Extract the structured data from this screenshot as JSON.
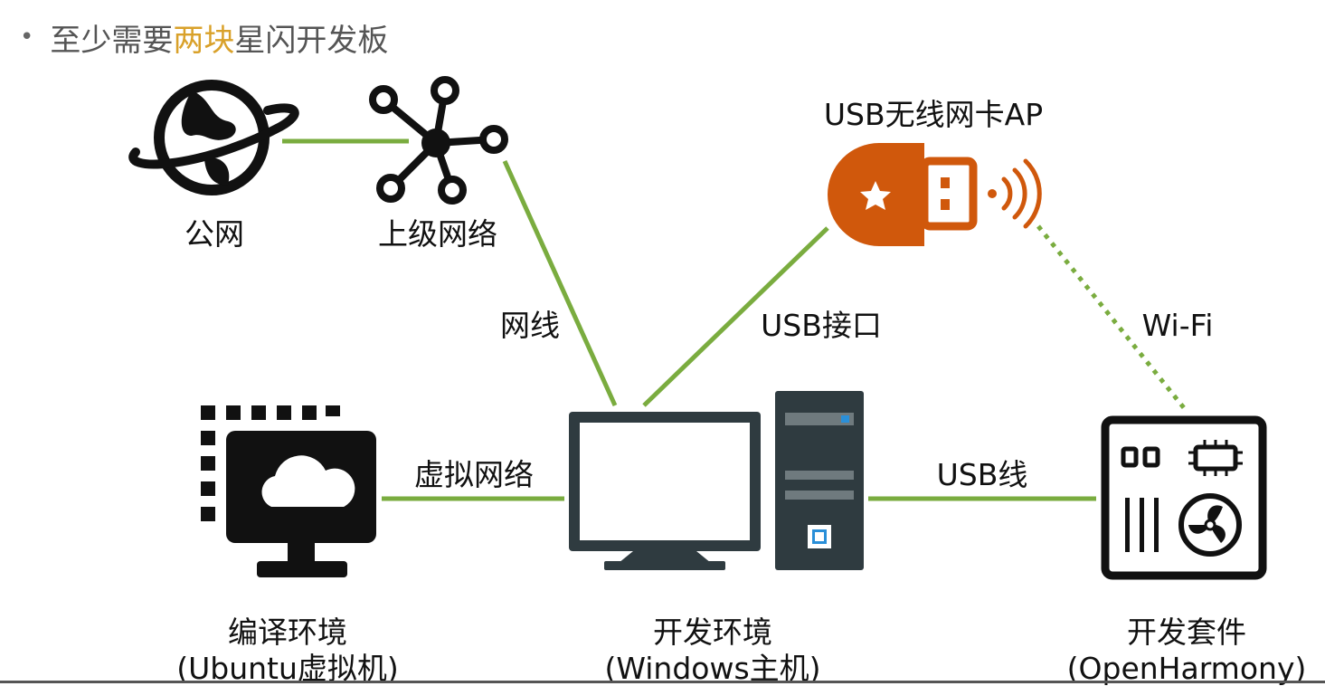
{
  "bullet": {
    "pre": "至少需要",
    "highlight": "两块",
    "post": "星闪开发板"
  },
  "nodes": {
    "internet": "公网",
    "upstream": "上级网络",
    "usb_ap": "USB无线网卡AP",
    "compile_env": {
      "line1": "编译环境",
      "line2": "(Ubuntu虚拟机)"
    },
    "dev_env": {
      "line1": "开发环境",
      "line2": "(Windows主机)"
    },
    "dev_kit": {
      "line1": "开发套件",
      "line2": "(OpenHarmony)"
    }
  },
  "edges": {
    "ethernet": "网线",
    "usb_port": "USB接口",
    "wifi": "Wi-Fi",
    "virtual_net": "虚拟网络",
    "usb_cable": "USB线"
  },
  "colors": {
    "link": "#7aac3f",
    "icon": "#111111",
    "usb_orange": "#d0580c",
    "highlight": "#d9a12a",
    "tower": "#2f3b40"
  }
}
